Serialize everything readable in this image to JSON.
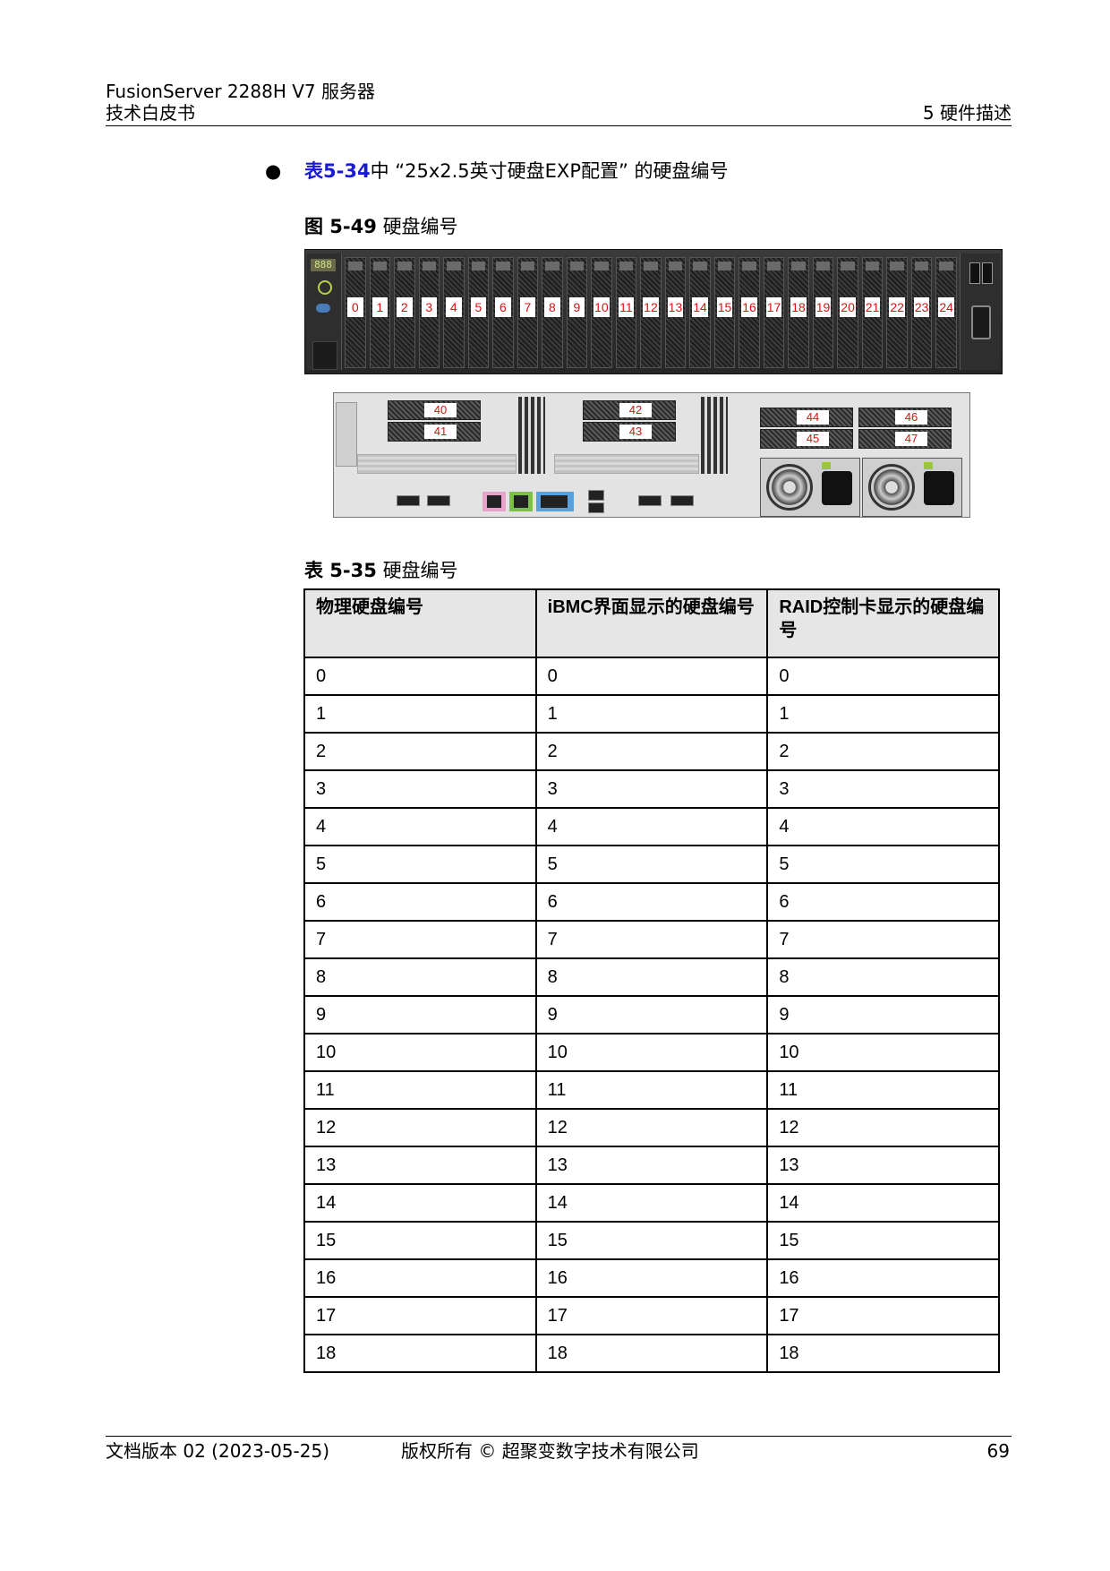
{
  "header": {
    "product": "FusionServer 2288H V7 服务器",
    "doc_type": "技术白皮书",
    "section": "5 硬件描述"
  },
  "bullet": {
    "symbol": "●",
    "ref_link": "表5-34",
    "text": "中 “25x2.5英寸硬盘EXP配置” 的硬盘编号"
  },
  "figure": {
    "label": "图 5-49",
    "title": "硬盘编号",
    "front_led": "888",
    "front_bays": [
      "0",
      "1",
      "2",
      "3",
      "4",
      "5",
      "6",
      "7",
      "8",
      "9",
      "10",
      "11",
      "12",
      "13",
      "14",
      "15",
      "16",
      "17",
      "18",
      "19",
      "20",
      "21",
      "22",
      "23",
      "24"
    ],
    "rear_bays": [
      "40",
      "41",
      "42",
      "43",
      "44",
      "46",
      "45",
      "47"
    ]
  },
  "table": {
    "label": "表 5-35",
    "title": "硬盘编号",
    "headers": [
      "物理硬盘编号",
      "iBMC界面显示的硬盘编号",
      "RAID控制卡显示的硬盘编号"
    ],
    "rows": [
      [
        "0",
        "0",
        "0"
      ],
      [
        "1",
        "1",
        "1"
      ],
      [
        "2",
        "2",
        "2"
      ],
      [
        "3",
        "3",
        "3"
      ],
      [
        "4",
        "4",
        "4"
      ],
      [
        "5",
        "5",
        "5"
      ],
      [
        "6",
        "6",
        "6"
      ],
      [
        "7",
        "7",
        "7"
      ],
      [
        "8",
        "8",
        "8"
      ],
      [
        "9",
        "9",
        "9"
      ],
      [
        "10",
        "10",
        "10"
      ],
      [
        "11",
        "11",
        "11"
      ],
      [
        "12",
        "12",
        "12"
      ],
      [
        "13",
        "13",
        "13"
      ],
      [
        "14",
        "14",
        "14"
      ],
      [
        "15",
        "15",
        "15"
      ],
      [
        "16",
        "16",
        "16"
      ],
      [
        "17",
        "17",
        "17"
      ],
      [
        "18",
        "18",
        "18"
      ]
    ]
  },
  "footer": {
    "version": "文档版本 02 (2023-05-25)",
    "copyright": "版权所有 © 超聚变数字技术有限公司",
    "page": "69"
  },
  "colors": {
    "link": "#1a1ad6",
    "disk_label_text": "#dd1111",
    "table_header_bg": "#e6e6e6"
  }
}
